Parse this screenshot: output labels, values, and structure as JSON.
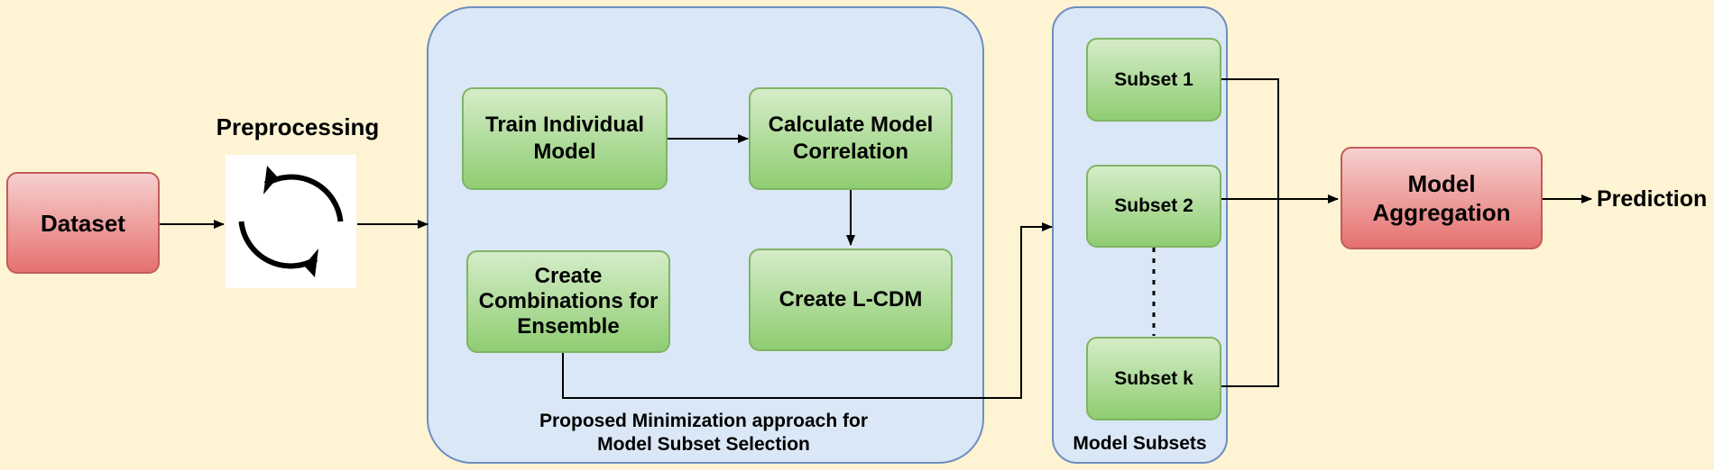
{
  "nodes": {
    "dataset": "Dataset",
    "preprocessing": "Preprocessing",
    "train": "Train Individual\nModel",
    "calc": "Calculate Model\nCorrelation",
    "combinations": "Create\nCombinations for\nEnsemble",
    "lcdm": "Create L-CDM",
    "subset1": "Subset 1",
    "subset2": "Subset 2",
    "subsetk": "Subset k",
    "aggregation": "Model\nAggregation",
    "prediction": "Prediction"
  },
  "groups": {
    "minimization": "Proposed Minimization approach for\nModel Subset Selection",
    "subsets": "Model Subsets"
  },
  "colors": {
    "background": "#fef3d3",
    "container_fill": "#dae7f7",
    "green_node": "#a6d98c",
    "red_node": "#ec8f8d"
  },
  "icons": {
    "preprocessing": "refresh-cycle-icon"
  }
}
